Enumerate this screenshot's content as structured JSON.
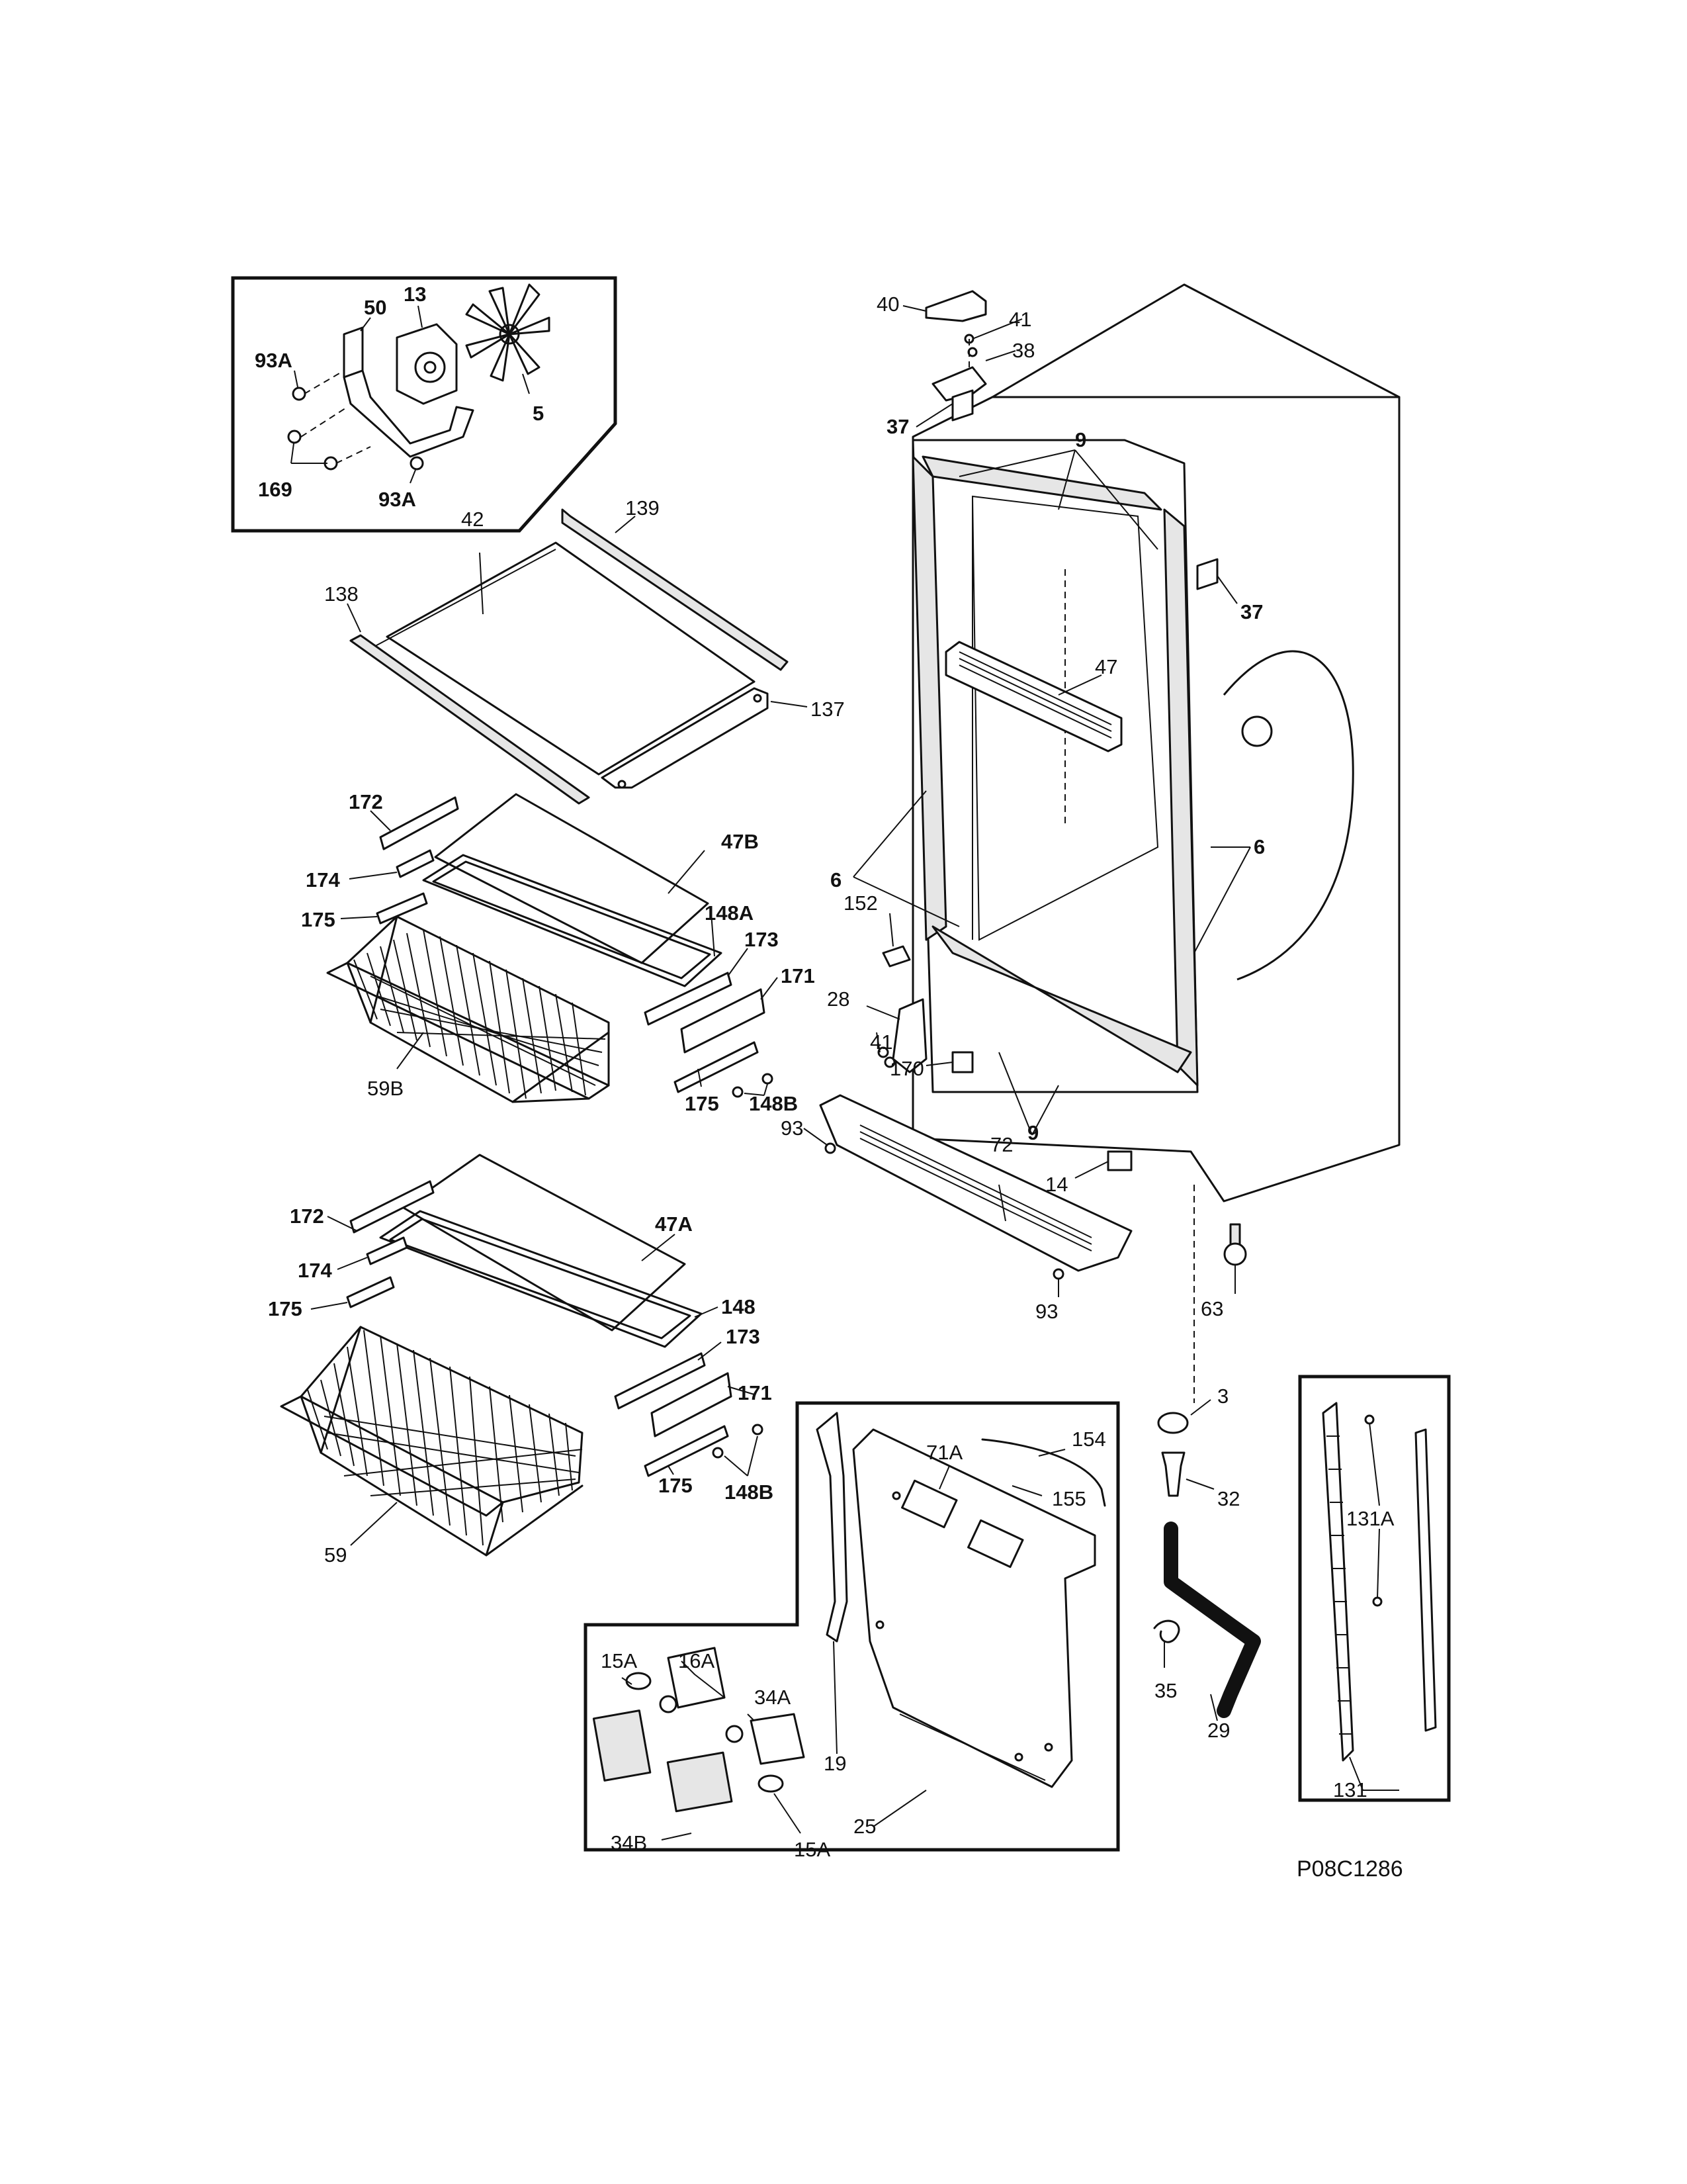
{
  "diagram_id": "P08C1286",
  "callouts": {
    "c_50": "50",
    "c_13": "13",
    "c_93A_a": "93A",
    "c_5": "5",
    "c_169": "169",
    "c_93A_b": "93A",
    "c_42": "42",
    "c_139": "139",
    "c_138": "138",
    "c_137": "137",
    "c_172_a": "172",
    "c_47B": "47B",
    "c_174_a": "174",
    "c_175_a": "175",
    "c_148A": "148A",
    "c_173_a": "173",
    "c_171_a": "171",
    "c_59B": "59B",
    "c_175_b": "175",
    "c_148B_a": "148B",
    "c_172_b": "172",
    "c_47A": "47A",
    "c_174_b": "174",
    "c_175_c": "175",
    "c_148": "148",
    "c_173_b": "173",
    "c_171_b": "171",
    "c_59": "59",
    "c_175_d": "175",
    "c_148B_b": "148B",
    "c_40": "40",
    "c_41_a": "41",
    "c_38": "38",
    "c_37_a": "37",
    "c_9_a": "9",
    "c_37_b": "37",
    "c_47": "47",
    "c_6_a": "6",
    "c_6_b": "6",
    "c_152": "152",
    "c_28": "28",
    "c_41_b": "41",
    "c_170": "170",
    "c_9_b": "9",
    "c_93_a": "93",
    "c_72": "72",
    "c_14": "14",
    "c_93_b": "93",
    "c_63": "63",
    "c_3": "3",
    "c_32": "32",
    "c_35": "35",
    "c_29": "29",
    "c_131A": "131A",
    "c_131": "131",
    "c_71A": "71A",
    "c_154": "154",
    "c_155": "155",
    "c_15A_a": "15A",
    "c_16A": "16A",
    "c_34A": "34A",
    "c_19": "19",
    "c_34B": "34B",
    "c_15A_b": "15A",
    "c_25": "25"
  }
}
